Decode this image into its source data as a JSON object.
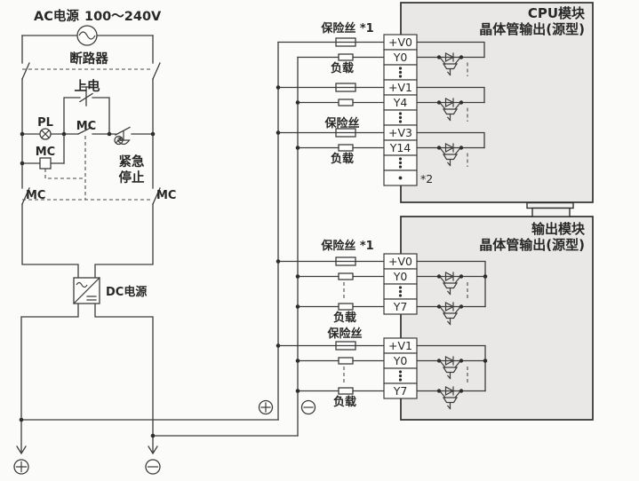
{
  "colors": {
    "background": "#fbfbf9",
    "module_fill": "#e9e8e6",
    "line": "#3c3c3c",
    "text": "#282828"
  },
  "power_circuit": {
    "ac_source_label": "AC电源",
    "ac_voltage_range": "100〜240V",
    "breaker_label": "断路器",
    "power_on_label": "上电",
    "pilot_lamp_label": "PL",
    "mc_aux_contact_label": "MC",
    "mc_coil_label": "MC",
    "estop_label_line1": "紧急",
    "estop_label_line2": "停止",
    "mc_main_left_label": "MC",
    "mc_main_right_label": "MC",
    "dc_supply_label": "DC电源",
    "polarity_plus": "⊕",
    "polarity_minus": "⊖"
  },
  "cpu_module": {
    "title": "CPU模块",
    "subtitle": "晶体管输出(源型)",
    "fuse_label_1": "保险丝 *1",
    "load_label_1": "负载",
    "fuse_label_2": "保险丝",
    "load_label_2": "负载",
    "note": "*2",
    "terminals": [
      "+V0",
      "Y0",
      "⋮",
      "+V1",
      "Y4",
      "⋮",
      "+V3",
      "Y14",
      "⋮",
      "·"
    ]
  },
  "output_module": {
    "title": "输出模块",
    "subtitle": "晶体管输出(源型)",
    "fuse_label_1": "保险丝 *1",
    "load_label_1": "负载",
    "fuse_label_2": "保险丝",
    "load_label_2": "负载",
    "group1_terminals": [
      "+V0",
      "Y0",
      "⋮",
      "Y7"
    ],
    "group2_terminals": [
      "+V1",
      "Y0",
      "⋮",
      "Y7"
    ]
  }
}
